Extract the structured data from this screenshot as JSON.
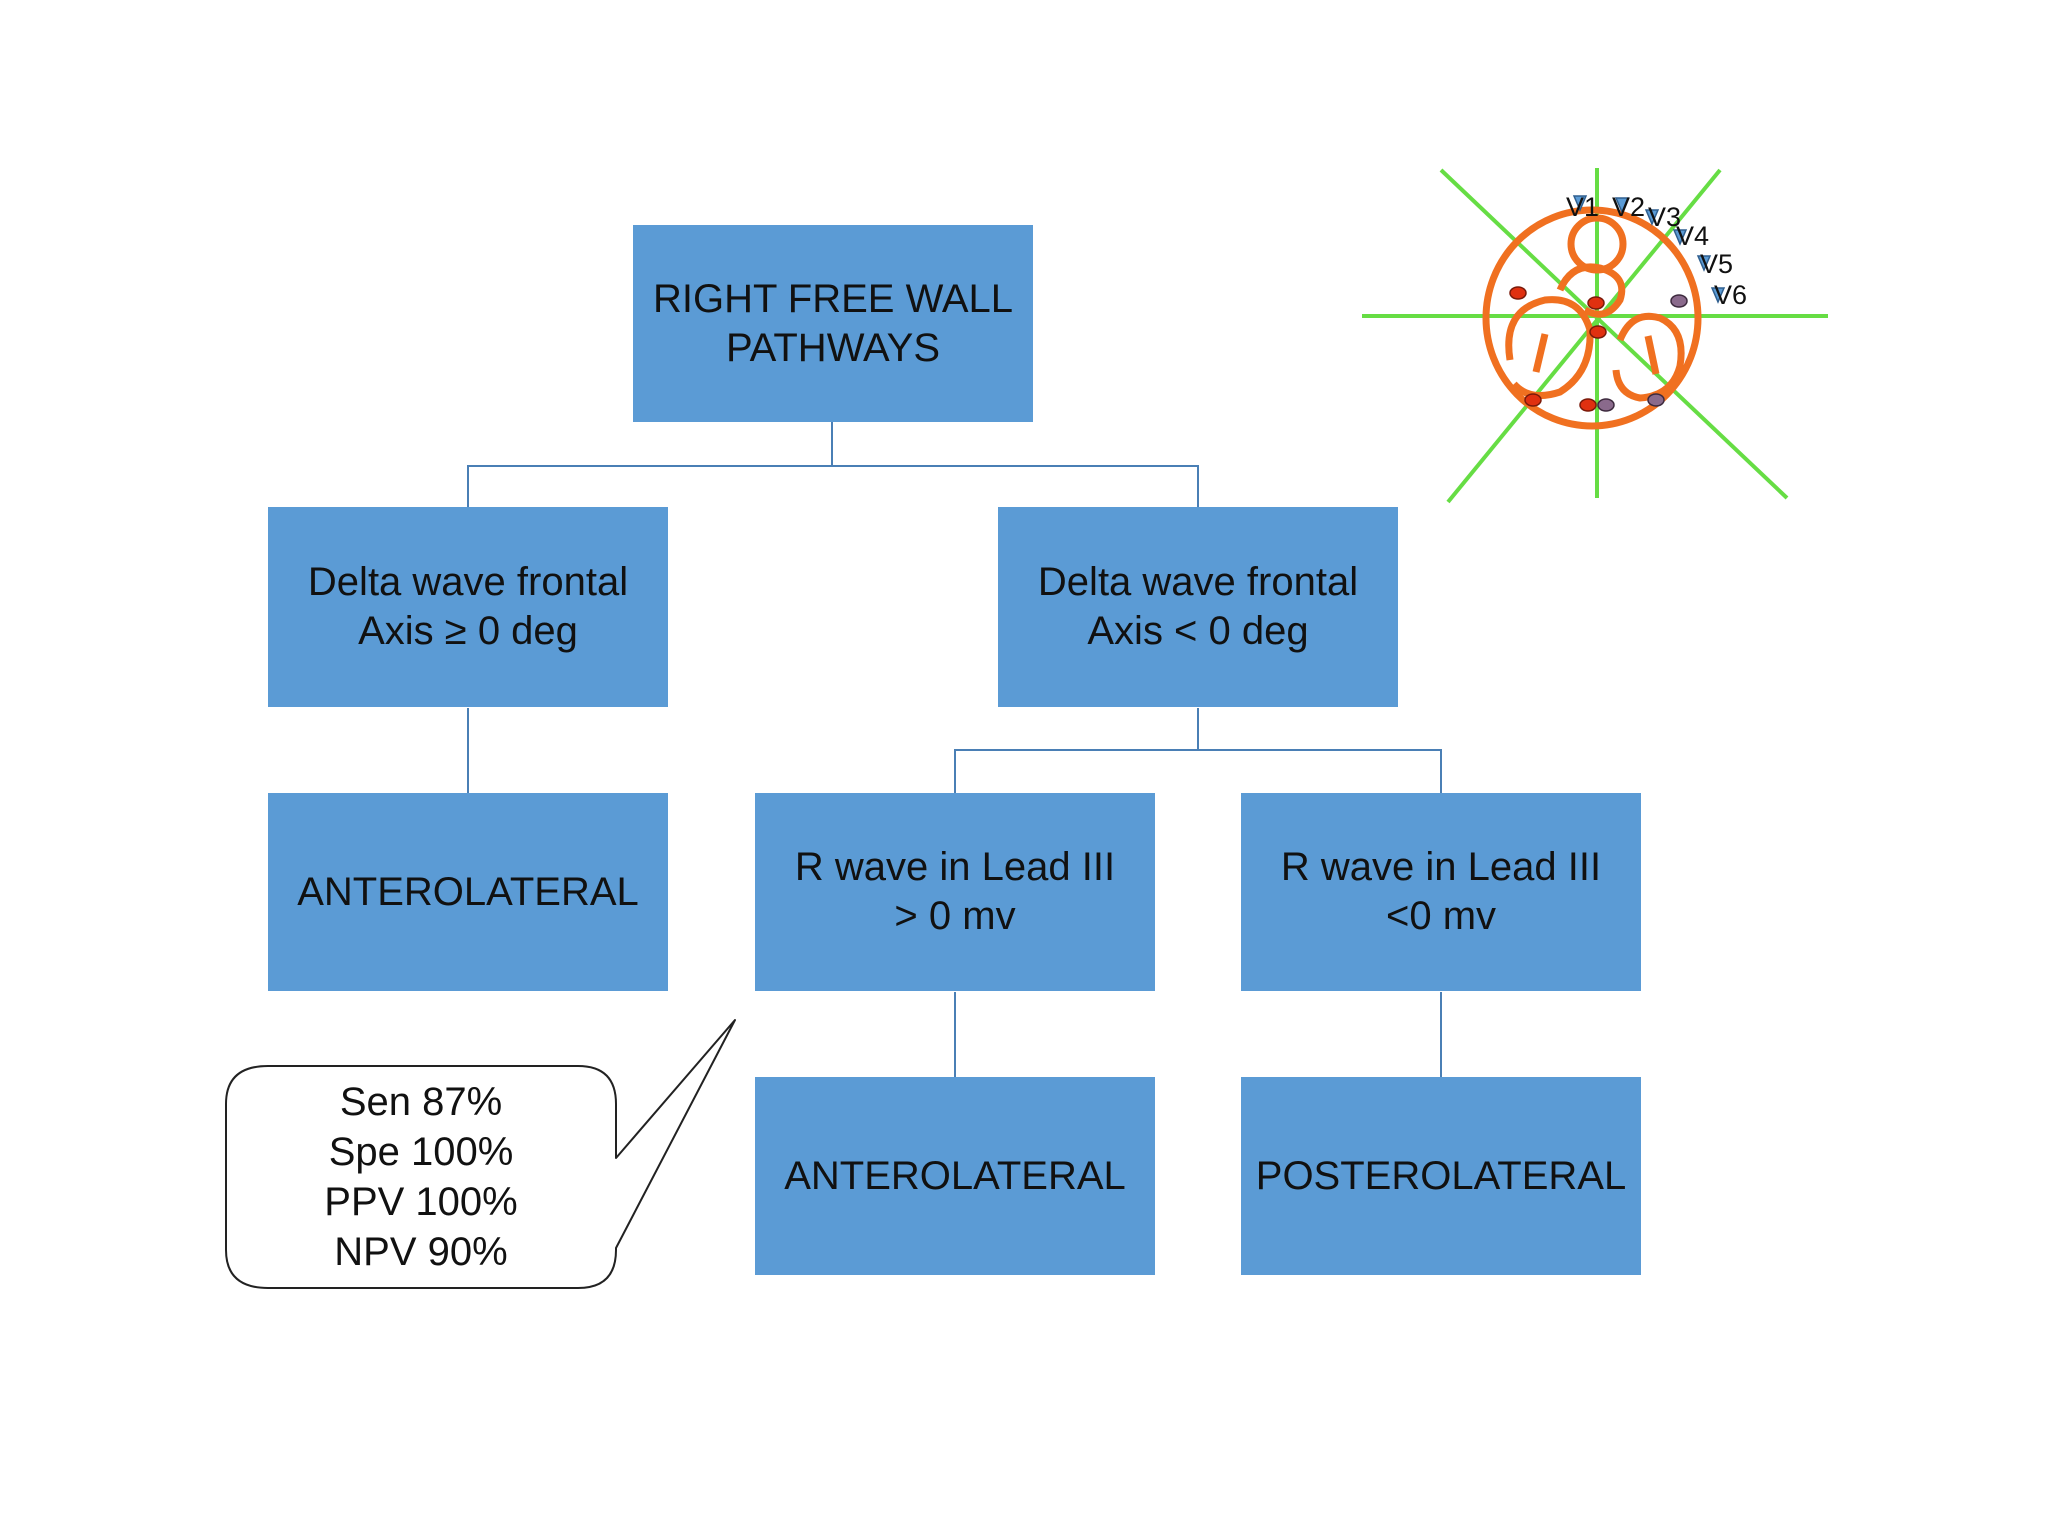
{
  "nodes": {
    "root": {
      "line1": "RIGHT FREE WALL",
      "line2": "PATHWAYS"
    },
    "axis_pos": {
      "line1": "Delta wave frontal",
      "line2": "Axis ≥ 0 deg"
    },
    "axis_neg": {
      "line1": "Delta wave frontal",
      "line2": "Axis < 0 deg"
    },
    "antero_left": {
      "label": "ANTEROLATERAL"
    },
    "rwave_pos": {
      "line1": "R wave in Lead III",
      "line2": "> 0 mv"
    },
    "rwave_neg": {
      "line1": "R wave in Lead III",
      "line2": "<0 mv"
    },
    "antero_mid": {
      "label": "ANTEROLATERAL"
    },
    "postero": {
      "label": "POSTEROLATERAL"
    }
  },
  "callout": {
    "lines": [
      "Sen 87%",
      "Spe 100%",
      "PPV 100%",
      "NPV 90%"
    ]
  },
  "heart_diagram": {
    "leads": [
      "V1",
      "V2",
      "V3",
      "V4",
      "V5",
      "V6"
    ],
    "colors": {
      "outline": "#f07020",
      "axes": "#66dd44",
      "lead_marker": "#5b9bd5",
      "red_dot": "#e03010",
      "purple_dot": "#8a6a8c"
    }
  },
  "colors": {
    "box": "#5b9bd5",
    "connector": "#4a7fb5"
  }
}
